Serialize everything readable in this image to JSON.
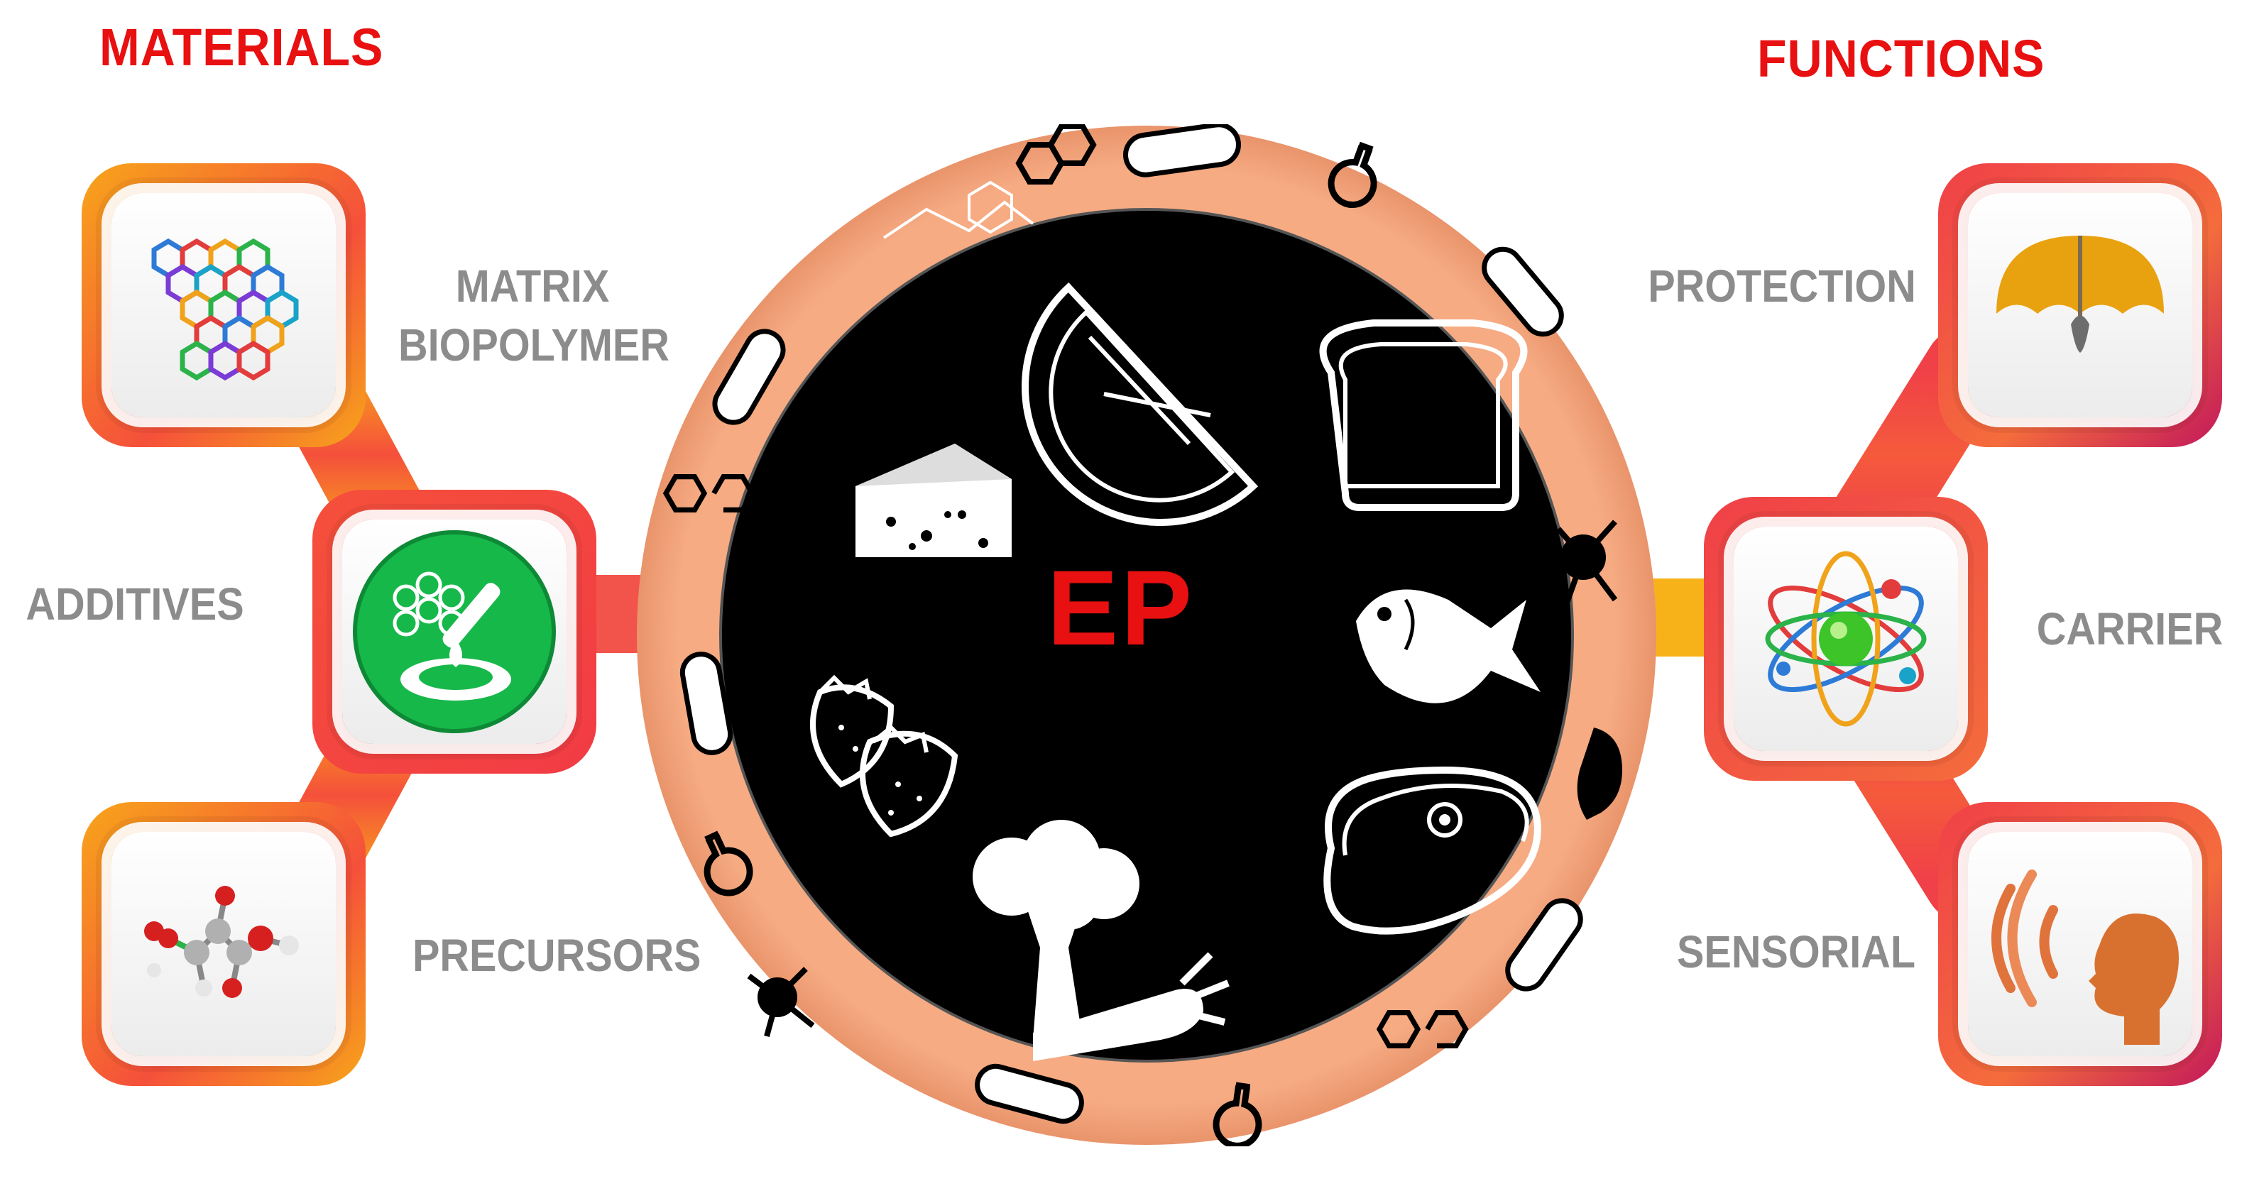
{
  "materials": {
    "title": "MATERIALS",
    "items": [
      {
        "label_lines": [
          "MATRIX",
          "BIOPOLYMER"
        ],
        "icon": "polymer-mesh-icon"
      },
      {
        "label_lines": [
          "ADDITIVES"
        ],
        "icon": "additive-drop-icon"
      },
      {
        "label_lines": [
          "PRECURSORS"
        ],
        "icon": "molecule-ball-stick-icon"
      }
    ]
  },
  "functions": {
    "title": "FUNCTIONS",
    "items": [
      {
        "label_lines": [
          "PROTECTION"
        ],
        "icon": "umbrella-icon"
      },
      {
        "label_lines": [
          "CARRIER"
        ],
        "icon": "atom-icon"
      },
      {
        "label_lines": [
          "SENSORIAL"
        ],
        "icon": "head-sound-waves-icon"
      }
    ]
  },
  "center": {
    "label": "EP",
    "food_icons": [
      "cheese-icon",
      "orange-slice-icon",
      "bread-toast-icon",
      "fish-icon",
      "steak-icon",
      "broccoli-carrot-icon",
      "strawberries-icon"
    ],
    "ring_icons": [
      "benzene-ring-icon",
      "flask-icon",
      "capsule-icon",
      "molecule-figure-icon"
    ]
  },
  "colors": {
    "title_red": "#e81010",
    "label_gray": "#8c8c8c",
    "ring_peach": "#f6ab83",
    "core_black": "#000000",
    "connector_orange": "#f7a51a",
    "connector_red": "#f23b45",
    "additive_green": "#17b84a"
  }
}
